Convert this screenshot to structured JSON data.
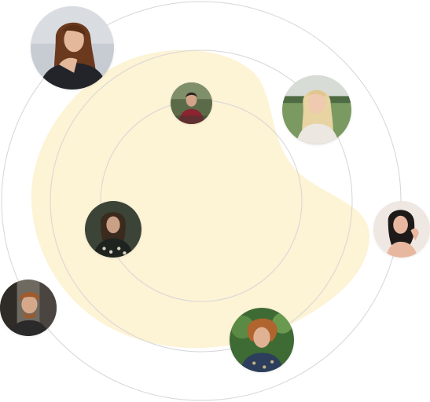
{
  "colors": {
    "blob": "#fdf3d5",
    "orbit_line": "#d6d6d6",
    "background": "#ffffff"
  },
  "avatars": [
    {
      "name": "woman-dark-hair-avatar",
      "icon": "profile-photo"
    },
    {
      "name": "man-dark-shirt-avatar",
      "icon": "profile-photo"
    },
    {
      "name": "blonde-woman-avatar",
      "icon": "profile-photo"
    },
    {
      "name": "woman-dark-hair-right-avatar",
      "icon": "profile-photo"
    },
    {
      "name": "long-hair-man-avatar",
      "icon": "profile-photo"
    },
    {
      "name": "curly-hair-man-avatar",
      "icon": "profile-photo"
    },
    {
      "name": "red-curly-hair-man-avatar",
      "icon": "profile-photo"
    }
  ]
}
